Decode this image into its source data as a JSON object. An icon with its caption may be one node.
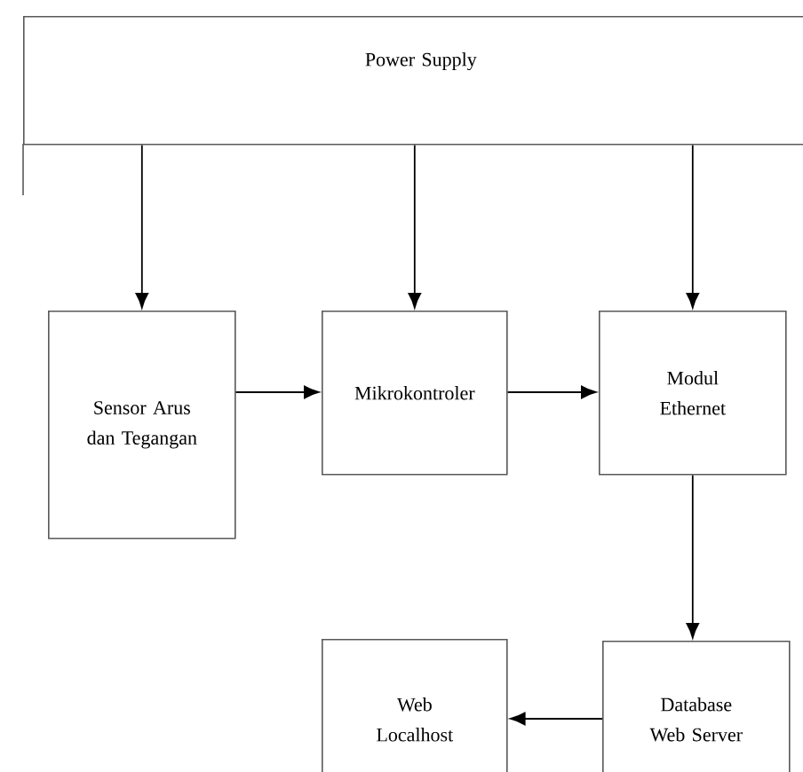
{
  "diagram": {
    "nodes": [
      {
        "text": [
          "Power Supply"
        ]
      },
      {
        "text": [
          "Sensor Arus dan Tegangan"
        ]
      },
      {
        "text": [
          "Mikrokontroler"
        ]
      },
      {
        "text": [
          "Modul Ethernet"
        ]
      },
      {
        "text": [
          "Web Localhost"
        ]
      },
      {
        "text": [
          "Database Web Server"
        ]
      }
    ],
    "edges": [
      {
        "from": 0,
        "to": 1,
        "arrow": "to"
      },
      {
        "from": 0,
        "to": 2,
        "arrow": "to"
      },
      {
        "from": 0,
        "to": 3,
        "arrow": "to"
      },
      {
        "from": 1,
        "to": 2,
        "arrow": "to"
      },
      {
        "from": 2,
        "to": 3,
        "arrow": "to"
      },
      {
        "from": 3,
        "to": 5,
        "arrow": "to"
      },
      {
        "from": 5,
        "to": 4,
        "arrow": "to"
      }
    ]
  }
}
